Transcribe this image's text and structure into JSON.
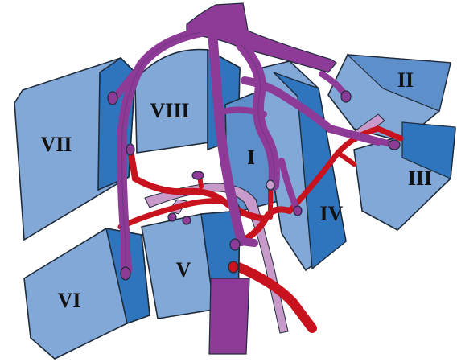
{
  "colors": {
    "segment_light": "#82A8D8",
    "segment_mid": "#5D8FCB",
    "segment_dark": "#2E75BE",
    "outline": "#1f2b3a",
    "portal_vein": "#8E3A97",
    "hepatic_artery": "#C8121E",
    "bile_duct": "#C89AC9"
  },
  "segments": [
    {
      "id": "I",
      "label": "I",
      "icon": "caudate-lobe"
    },
    {
      "id": "II",
      "label": "II",
      "icon": "segment-block"
    },
    {
      "id": "III",
      "label": "III",
      "icon": "segment-block"
    },
    {
      "id": "IV",
      "label": "IV",
      "icon": "segment-block"
    },
    {
      "id": "V",
      "label": "V",
      "icon": "segment-block"
    },
    {
      "id": "VI",
      "label": "VI",
      "icon": "segment-block"
    },
    {
      "id": "VII",
      "label": "VII",
      "icon": "segment-block"
    },
    {
      "id": "VIII",
      "label": "VIII",
      "icon": "segment-block"
    }
  ],
  "vessels": [
    {
      "name": "portal-vein",
      "icon": "vein"
    },
    {
      "name": "hepatic-artery",
      "icon": "artery"
    },
    {
      "name": "bile-duct",
      "icon": "duct"
    }
  ]
}
